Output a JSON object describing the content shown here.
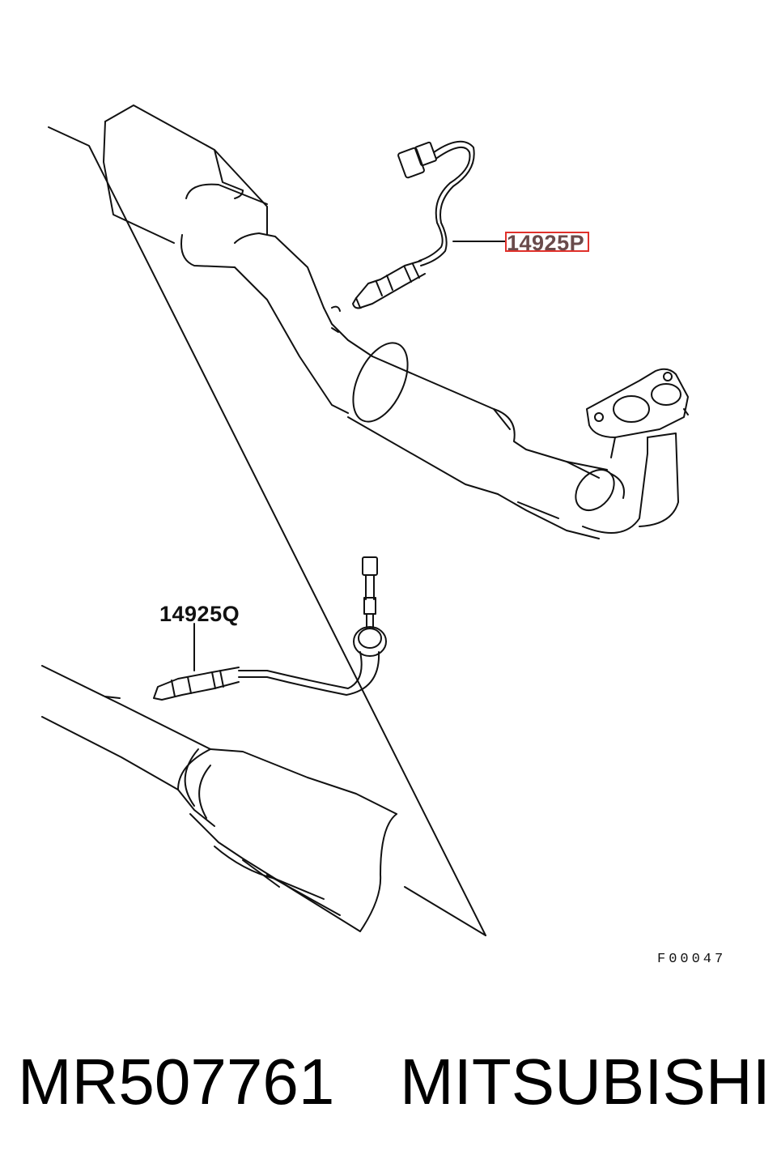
{
  "callouts": {
    "upstream_sensor": "14925P",
    "downstream_sensor": "14925Q"
  },
  "figure_code": "F00047",
  "footer": {
    "part_number": "MR507761",
    "brand": "MITSUBISHI"
  },
  "colors": {
    "line": "#111111",
    "highlight_box": "#e0302a"
  }
}
